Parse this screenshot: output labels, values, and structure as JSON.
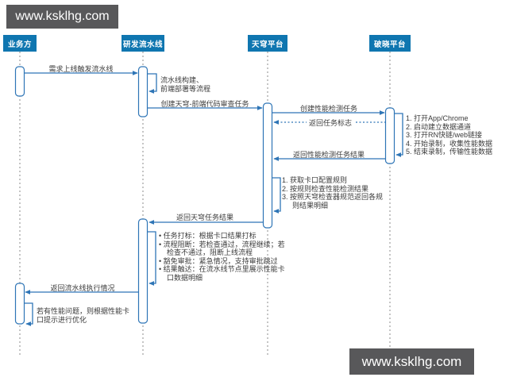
{
  "watermark": {
    "top": "www.ksklhg.com",
    "bottom": "www.ksklhg.com"
  },
  "colors": {
    "actor_blue": "#0f76b0",
    "arrow_blue": "#2e75b6",
    "lifeline_gray": "#a6a6a6",
    "banner_gray": "#58585a"
  },
  "actors": [
    {
      "label": "业务方"
    },
    {
      "label": "研发流水线"
    },
    {
      "label": "天穹平台"
    },
    {
      "label": "破晓平台"
    }
  ],
  "messages": {
    "m1": "需求上线触发流水线",
    "m2": [
      "流水线构建、",
      "前端部署等流程"
    ],
    "m3": "创建天穹-前端代码审查任务",
    "m4": "创建性能检测任务",
    "m5": "返回任务标志",
    "m6": [
      "1. 打开App/Chrome",
      "2. 启动建立数据通道",
      "3. 打开RN快链/web链接",
      "4. 开始录制，收集性能数据",
      "5. 结束录制，传输性能数据"
    ],
    "m7": "返回性能检测任务结果",
    "m8": [
      "1. 获取卡口配置规则",
      "2. 按规则检查性能检测结果",
      "3. 按照天穹检查器规范返回各规则结果明细"
    ],
    "m9": "返回天穹任务结果",
    "m10": [
      "• 任务打标：根据卡口结果打标",
      "• 流程阻断：若检查通过，流程继续；若检查不通过，阻断上线流程",
      "• 豁免审批：紧急情况，支持审批跳过",
      "• 结果触达：在流水线节点里展示性能卡口数据明细"
    ],
    "m11": "返回流水线执行情况",
    "m12": [
      "若有性能问题，则根据性能卡",
      "口提示进行优化"
    ]
  }
}
